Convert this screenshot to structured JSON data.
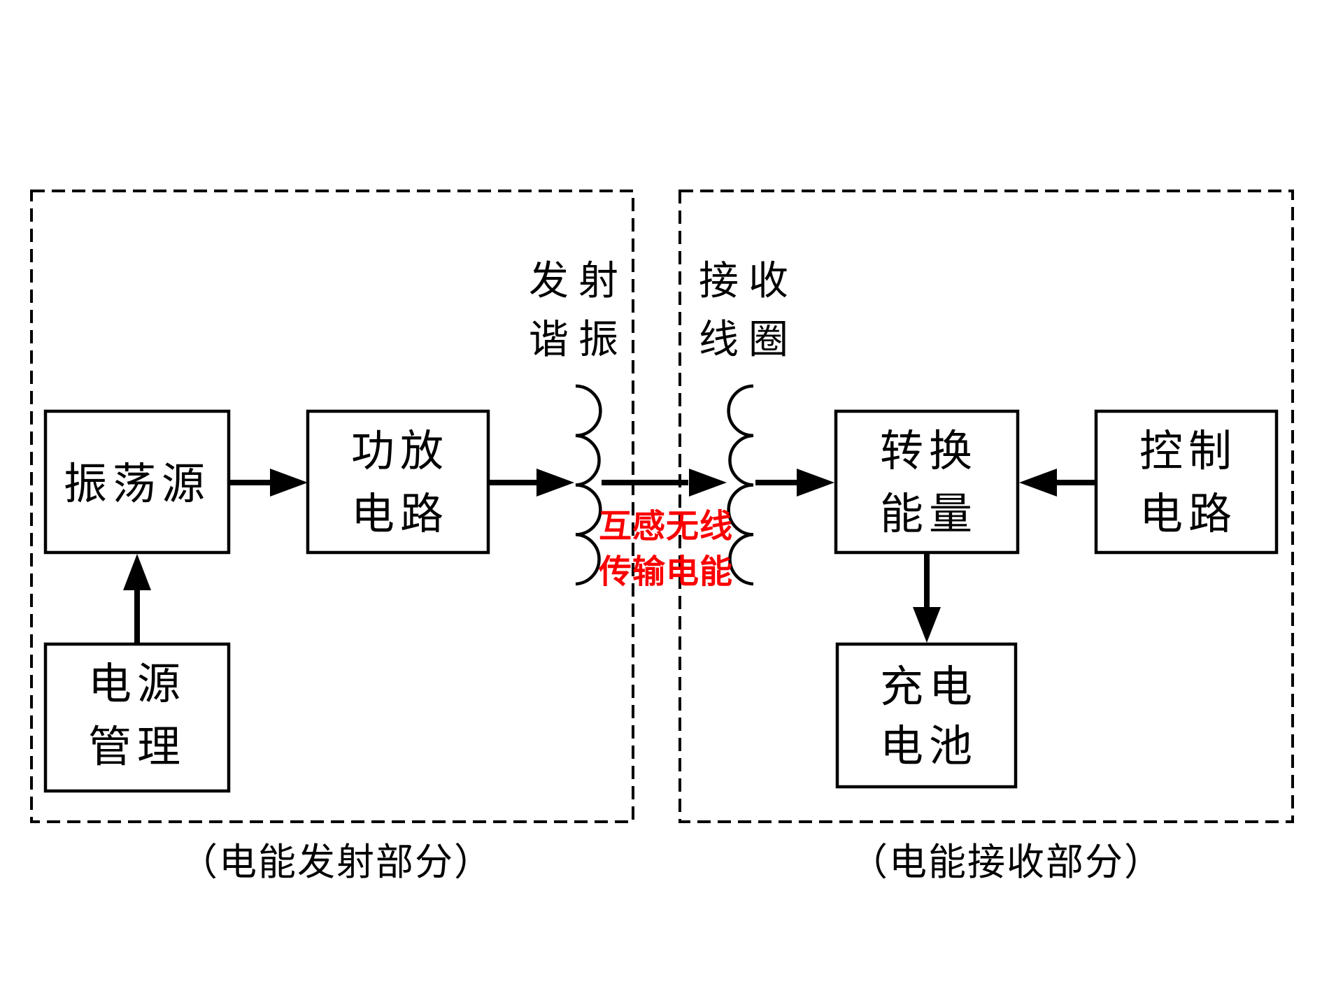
{
  "colors": {
    "background": "#ffffff",
    "line": "#000000",
    "accent": "#fa0000"
  },
  "sections": {
    "transmitter": {
      "caption": "（电能发射部分）"
    },
    "receiver": {
      "caption": "（电能接收部分）"
    }
  },
  "boxes": {
    "oscillator": {
      "label": "振荡源"
    },
    "power_amp": {
      "label": "功放电路",
      "line1": "功放",
      "line2": "电路"
    },
    "power_management": {
      "label": "电源管理",
      "line1": "电源",
      "line2": "管理"
    },
    "energy_conversion": {
      "label": "转换能量",
      "line1": "转换",
      "line2": "能量"
    },
    "control_circuit": {
      "label": "控制电路",
      "line1": "控制",
      "line2": "电路"
    },
    "charging_battery": {
      "label": "充电电池",
      "line1": "充电",
      "line2": "电池"
    }
  },
  "coil_labels": {
    "transmit_resonance": {
      "label": "发射谐振",
      "line1": "发射",
      "line2": "谐振"
    },
    "receive_coil": {
      "label": "接收线圈",
      "line1": "接收",
      "line2": "线圈"
    }
  },
  "mutual_induction": {
    "label": "互感无线传输电能",
    "line1": "互感无线",
    "line2": "传输电能",
    "color": "#fa0000"
  }
}
